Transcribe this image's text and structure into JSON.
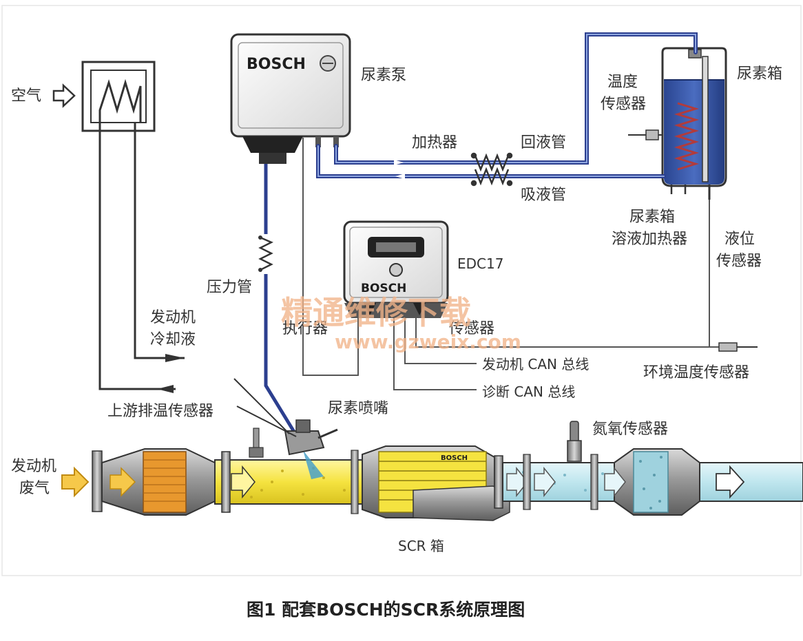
{
  "diagram": {
    "labels": {
      "air": "空气",
      "urea_pump": "尿素泵",
      "urea_tank": "尿素箱",
      "temp_sensor_line1": "温度",
      "temp_sensor_line2": "传感器",
      "heater": "加热器",
      "return_pipe": "回液管",
      "suction_pipe": "吸液管",
      "tank_heater_line1": "尿素箱",
      "tank_heater_line2": "溶液加热器",
      "level_sensor_line1": "液位",
      "level_sensor_line2": "传感器",
      "pressure_pipe": "压力管",
      "ecu": "EDC17",
      "coolant_line1": "发动机",
      "coolant_line2": "冷却液",
      "actuator": "执行器",
      "sensor": "传感器",
      "engine_can": "发动机 CAN 总线",
      "ambient_temp_sensor": "环境温度传感器",
      "diag_can": "诊断 CAN 总线",
      "upstream_temp_sensor": "上游排温传感器",
      "urea_nozzle": "尿素喷嘴",
      "nox_sensor": "氮氧传感器",
      "exhaust_line1": "发动机",
      "exhaust_line2": "废气",
      "scr_box": "SCR 箱"
    },
    "brand_pump": "BOSCH",
    "brand_ecu": "BOSCH",
    "brand_scr": "BOSCH",
    "watermark_cn": "精通维修下载",
    "watermark_url": "www.gzweix.com",
    "caption": "图1 配套BOSCH的SCR系统原理图",
    "colors": {
      "pipe_blue": "#2c3f8f",
      "wire_gray": "#555555",
      "exhaust_yellow": "#f5e340",
      "catalyst_orange": "#e8982e",
      "clean_gas": "#bfe6ee",
      "urea_liquid": "#2e4d9e",
      "watermark": "#f2b48a"
    }
  }
}
